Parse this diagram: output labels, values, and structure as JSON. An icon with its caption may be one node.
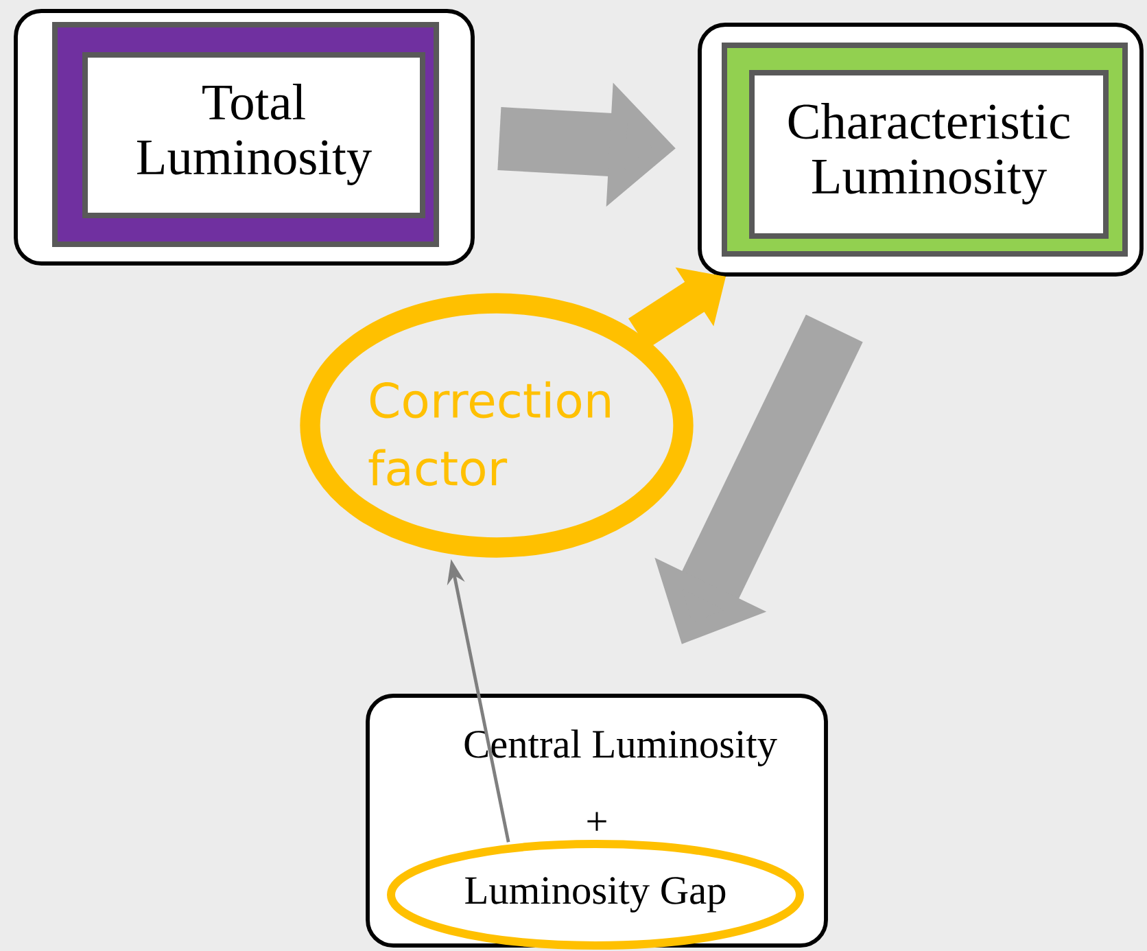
{
  "diagram": {
    "nodes": [
      {
        "text": [
          "Total Luminosity"
        ]
      },
      {
        "text": [
          "Characteristic Luminosity"
        ]
      },
      {
        "text": [
          "Correction factor"
        ]
      },
      {
        "text": [
          "Central Luminosity",
          "+"
        ]
      },
      {
        "text": [
          "Luminosity Gap"
        ],
        "in": 3
      }
    ],
    "edges": [
      {
        "from": 0,
        "to": 1,
        "arrow": "to"
      },
      {
        "from": 2,
        "to": 1,
        "arrow": "to",
        "color": "#ffc000"
      },
      {
        "from": 1,
        "to": 3,
        "arrow": "to"
      },
      {
        "from": 4,
        "to": 2,
        "arrow": "to",
        "color": "#7f7f7f"
      }
    ]
  }
}
